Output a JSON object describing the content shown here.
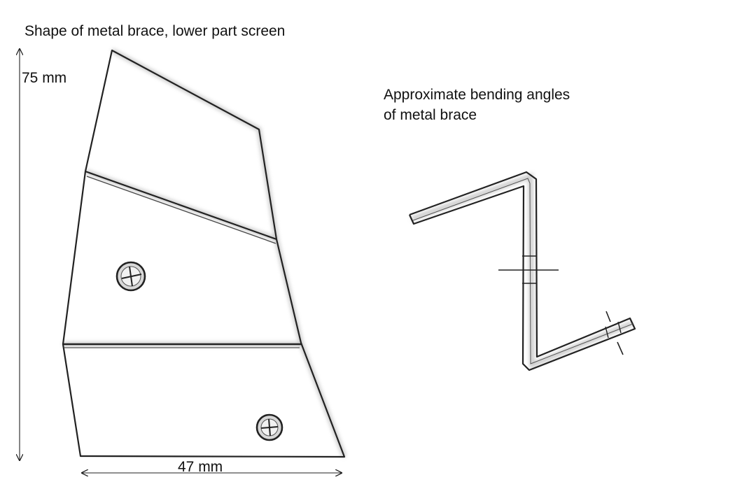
{
  "left_diagram": {
    "title": "Shape of metal brace, lower part screen",
    "height_label": "75 mm",
    "width_label": "47 mm"
  },
  "right_diagram": {
    "title_line1": "Approximate bending angles",
    "title_line2": "of metal brace"
  },
  "colors": {
    "ink": "#222222",
    "paper": "#ffffff",
    "shadow": "#b8b8b8"
  }
}
